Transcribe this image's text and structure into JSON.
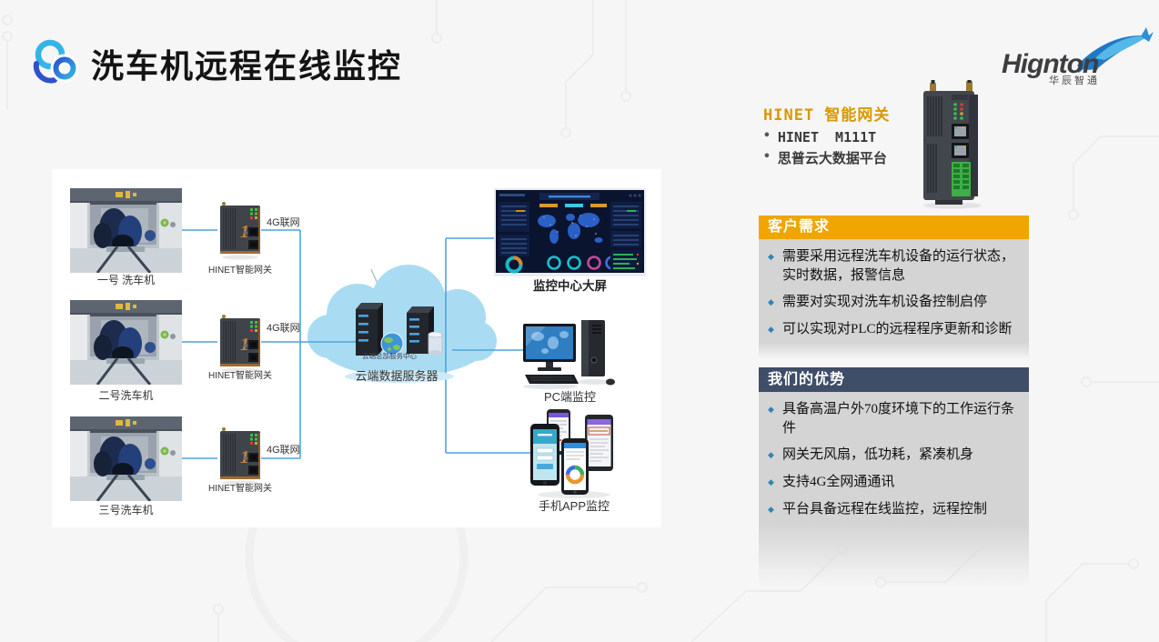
{
  "title": "洗车机远程在线监控",
  "brand": {
    "name": "Hignton",
    "subtitle": "华辰智通"
  },
  "bullets": {
    "panel": "◆",
    "product": "•"
  },
  "product": {
    "heading": "HINET 智能网关",
    "items": [
      "HINET  M111T",
      "思普云大数据平台"
    ]
  },
  "panels": {
    "needs": {
      "title": "客户需求",
      "items": [
        "需要采用远程洗车机设备的运行状态，实时数据，报警信息",
        "需要对实现对洗车机设备控制启停",
        "可以实现对PLC的远程程序更新和诊断"
      ]
    },
    "advantages": {
      "title": "我们的优势",
      "items": [
        "具备高温户外70度环境下的工作运行条件",
        "网关无风扇，低功耗，紧凑机身",
        "支持4G全网通通讯",
        "平台具备远程在线监控，远程控制"
      ]
    }
  },
  "diagram": {
    "machines": [
      {
        "label": "一号 洗车机"
      },
      {
        "label": "二号洗车机"
      },
      {
        "label": "三号洗车机"
      }
    ],
    "gateway_label": "HINET智能网关",
    "gateway_mark": "1",
    "link_label": "4G联网",
    "cloud": {
      "inner_label": "云端总部服务中心",
      "label": "云端数据服务器"
    },
    "terminals": {
      "screen": "监控中心大屏",
      "pc": "PC端监控",
      "app": "手机APP监控"
    }
  },
  "colors": {
    "accent_yellow": "#F0A500",
    "accent_navy": "#3E4D68",
    "bullet_blue": "#2E86B5",
    "line_blue": "#4FA3D8",
    "heading_orange": "#D99800",
    "logo_light_blue": "#35B4E8",
    "logo_dark_blue": "#2D52CC"
  }
}
